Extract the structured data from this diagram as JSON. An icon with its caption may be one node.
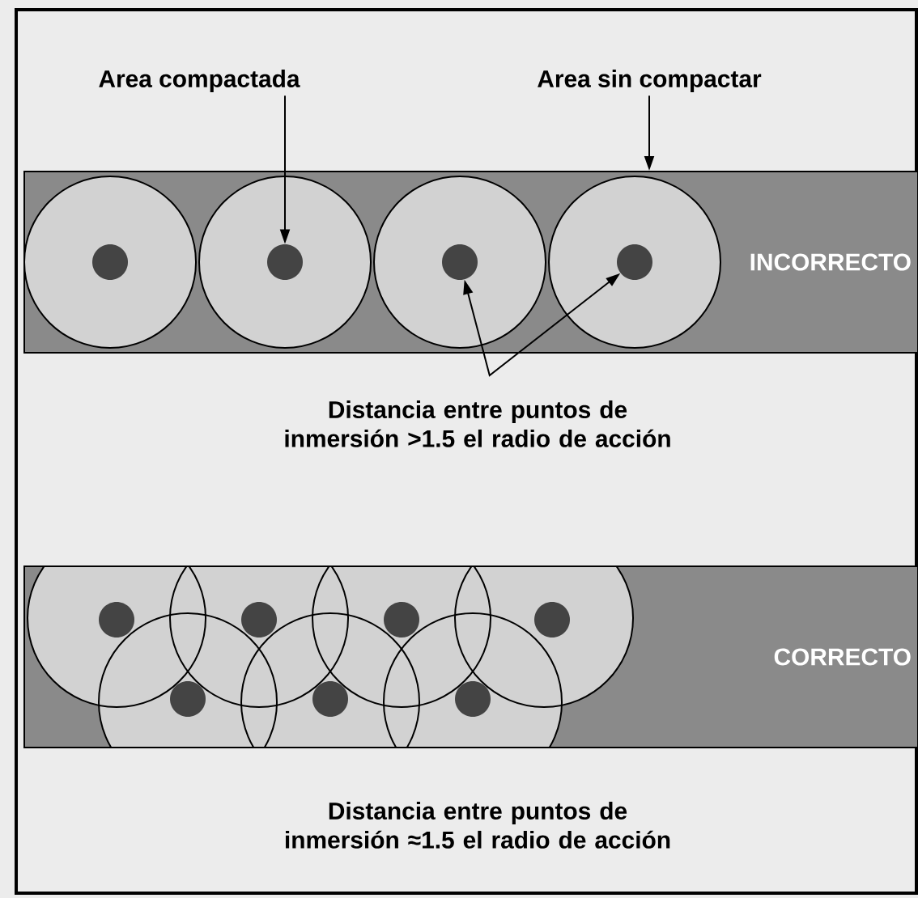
{
  "diagram": {
    "nodes": [
      {
        "text": [
          "Area compactada"
        ]
      },
      {
        "text": [
          "Area sin compactar"
        ]
      },
      {
        "text": [
          "INCORRECTO"
        ]
      },
      {
        "text": [],
        "shape": "circle",
        "in": 2
      },
      {
        "text": [],
        "shape": "circle",
        "in": 2
      },
      {
        "text": [],
        "shape": "circle",
        "in": 2
      },
      {
        "text": [],
        "shape": "circle",
        "in": 2
      },
      {
        "text": [
          "CORRECTO"
        ]
      },
      {
        "text": [],
        "shape": "circle",
        "in": 7
      },
      {
        "text": [],
        "shape": "circle",
        "in": 7
      },
      {
        "text": [],
        "shape": "circle",
        "in": 7
      },
      {
        "text": [],
        "shape": "circle",
        "in": 7
      },
      {
        "text": [],
        "shape": "circle",
        "in": 7
      },
      {
        "text": [],
        "shape": "circle",
        "in": 7
      },
      {
        "text": [],
        "shape": "circle",
        "in": 7
      }
    ],
    "edges": [
      {
        "from": 0,
        "to": 4,
        "arrow": "to"
      },
      {
        "from": 1,
        "to": 2,
        "arrow": "to"
      },
      {
        "from": 5,
        "to": 6,
        "arrow": "both"
      }
    ],
    "labels": [
      "Distancia entre puntos de inmersión >1.5 el radio de acción",
      "Distancia entre puntos de inmersión ≈1.5 el radio de acción"
    ]
  }
}
